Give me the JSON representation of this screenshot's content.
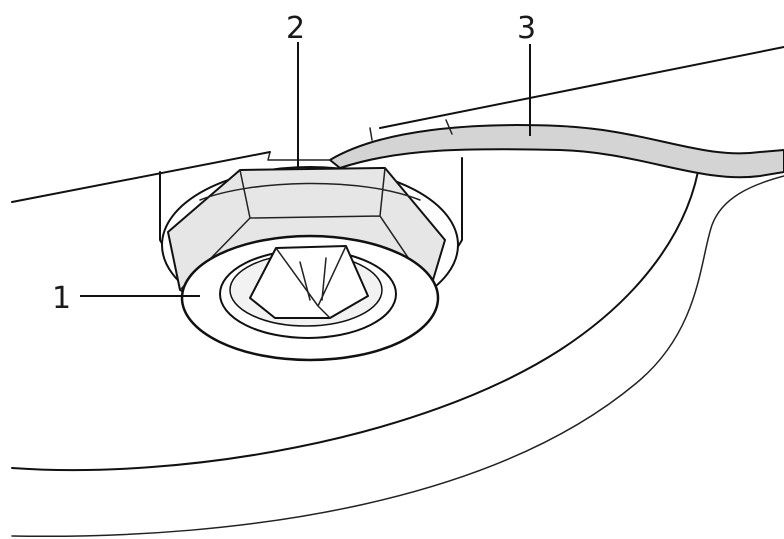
{
  "callouts": [
    {
      "id": "1",
      "label": "1"
    },
    {
      "id": "2",
      "label": "2"
    },
    {
      "id": "3",
      "label": "3"
    }
  ],
  "colors": {
    "line": "#111111",
    "cable_fill": "#d4d4d4",
    "nut_shade": "#e6e6e6",
    "background": "#ffffff"
  }
}
